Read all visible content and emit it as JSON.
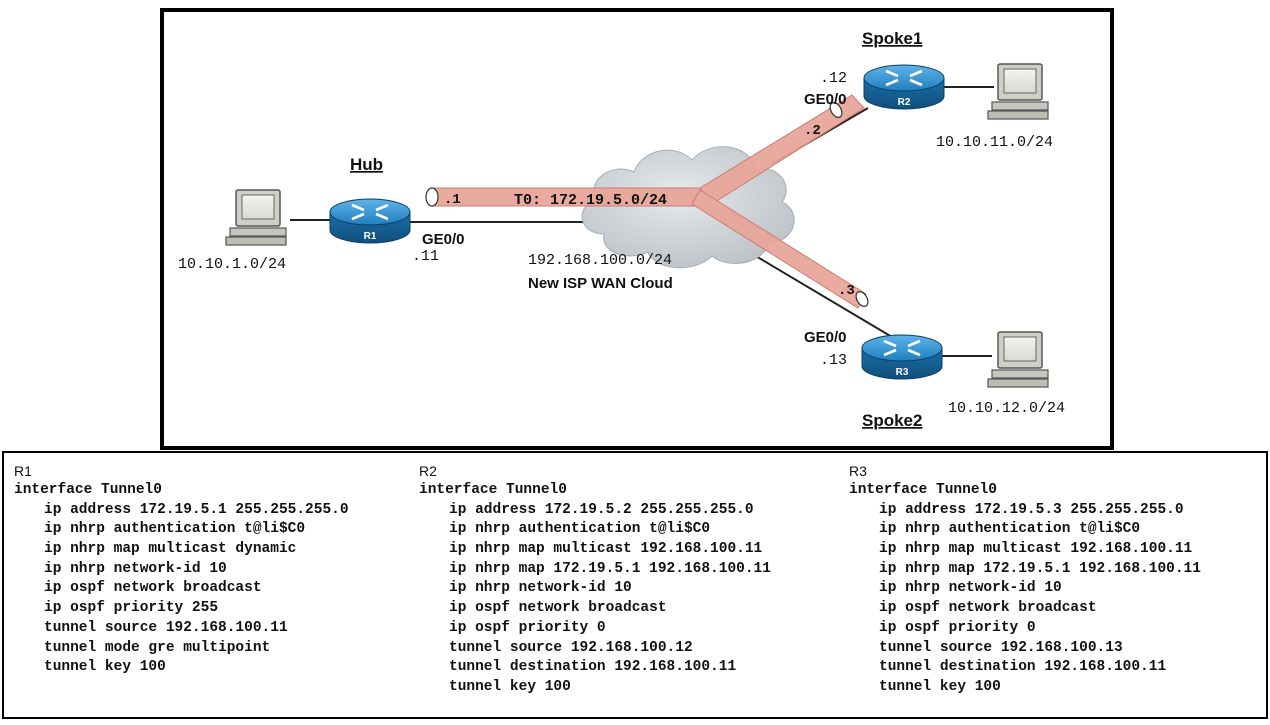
{
  "diagram": {
    "hub": {
      "title": "Hub",
      "router_label": "R1",
      "interface": "GE0/0",
      "interface_ip": ".11",
      "tunnel_ip": ".1",
      "lan": "10.10.1.0/24"
    },
    "spoke1": {
      "title": "Spoke1",
      "router_label": "R2",
      "interface": "GE0/0",
      "interface_ip": ".12",
      "tunnel_ip": ".2",
      "lan": "10.10.11.0/24"
    },
    "spoke2": {
      "title": "Spoke2",
      "router_label": "R3",
      "interface": "GE0/0",
      "interface_ip": ".13",
      "tunnel_ip": ".3",
      "lan": "10.10.12.0/24"
    },
    "tunnel_label": "T0: 172.19.5.0/24",
    "cloud_network": "192.168.100.0/24",
    "cloud_name": "New ISP WAN Cloud",
    "colors": {
      "tunnel": "#e8a69a",
      "router": "#1f7fc0",
      "cloud": "#c9ced3"
    }
  },
  "configs": [
    {
      "name": "R1",
      "interface": "interface Tunnel0",
      "lines": [
        "ip address 172.19.5.1 255.255.255.0",
        "ip nhrp authentication t@li$C0",
        "ip nhrp map multicast dynamic",
        "ip nhrp network-id 10",
        "ip ospf network broadcast",
        "ip ospf priority 255",
        "tunnel source 192.168.100.11",
        "tunnel mode gre multipoint",
        "tunnel key 100"
      ]
    },
    {
      "name": "R2",
      "interface": "interface Tunnel0",
      "lines": [
        "ip address 172.19.5.2 255.255.255.0",
        "ip nhrp authentication t@li$C0",
        "ip nhrp map multicast 192.168.100.11",
        "ip nhrp map 172.19.5.1 192.168.100.11",
        "ip nhrp network-id 10",
        "ip ospf network broadcast",
        "ip ospf priority 0",
        "tunnel source 192.168.100.12",
        "tunnel destination 192.168.100.11",
        "tunnel key 100"
      ]
    },
    {
      "name": "R3",
      "interface": "interface Tunnel0",
      "lines": [
        "ip address 172.19.5.3 255.255.255.0",
        "ip nhrp authentication t@li$C0",
        "ip nhrp map multicast 192.168.100.11",
        "ip nhrp map 172.19.5.1 192.168.100.11",
        "ip nhrp network-id 10",
        "ip ospf network broadcast",
        "ip ospf priority 0",
        "tunnel source 192.168.100.13",
        "tunnel destination 192.168.100.11",
        "tunnel key 100"
      ]
    }
  ]
}
